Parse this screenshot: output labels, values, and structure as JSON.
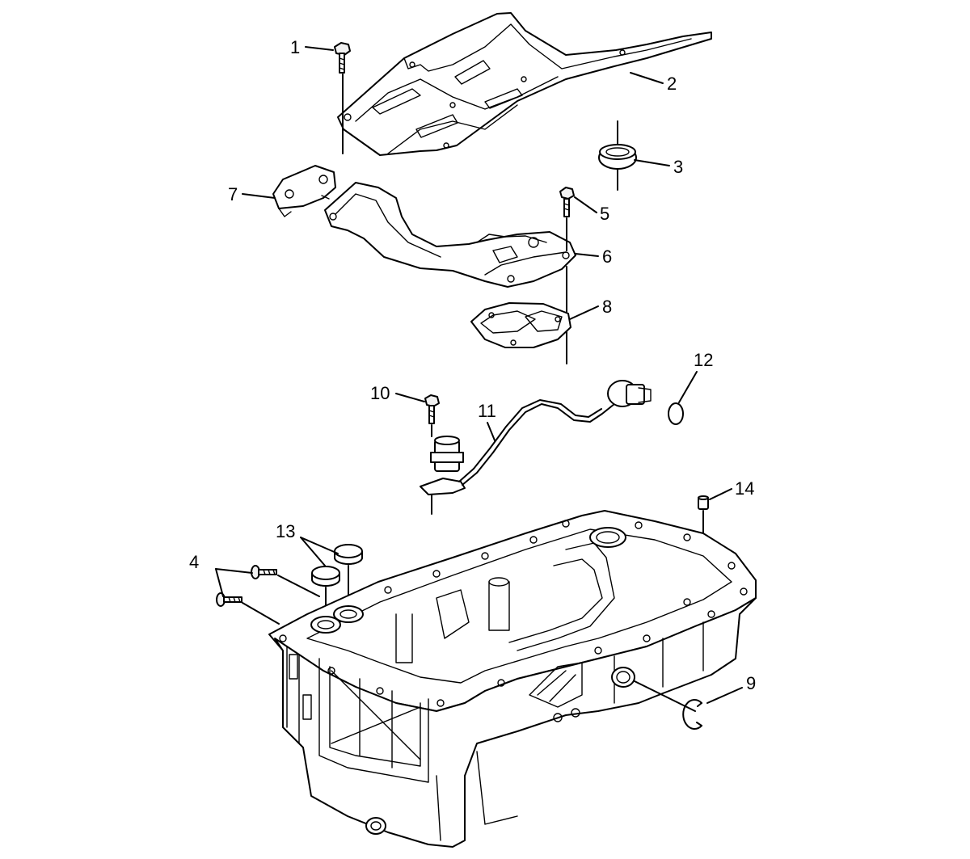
{
  "callouts": [
    {
      "id": "1",
      "text": "1"
    },
    {
      "id": "2",
      "text": "2"
    },
    {
      "id": "3",
      "text": "3"
    },
    {
      "id": "4",
      "text": "4"
    },
    {
      "id": "5",
      "text": "5"
    },
    {
      "id": "6",
      "text": "6"
    },
    {
      "id": "7",
      "text": "7"
    },
    {
      "id": "8",
      "text": "8"
    },
    {
      "id": "9",
      "text": "9"
    },
    {
      "id": "10",
      "text": "10"
    },
    {
      "id": "11",
      "text": "11"
    },
    {
      "id": "12",
      "text": "12"
    },
    {
      "id": "13",
      "text": "13"
    },
    {
      "id": "14",
      "text": "14"
    }
  ]
}
